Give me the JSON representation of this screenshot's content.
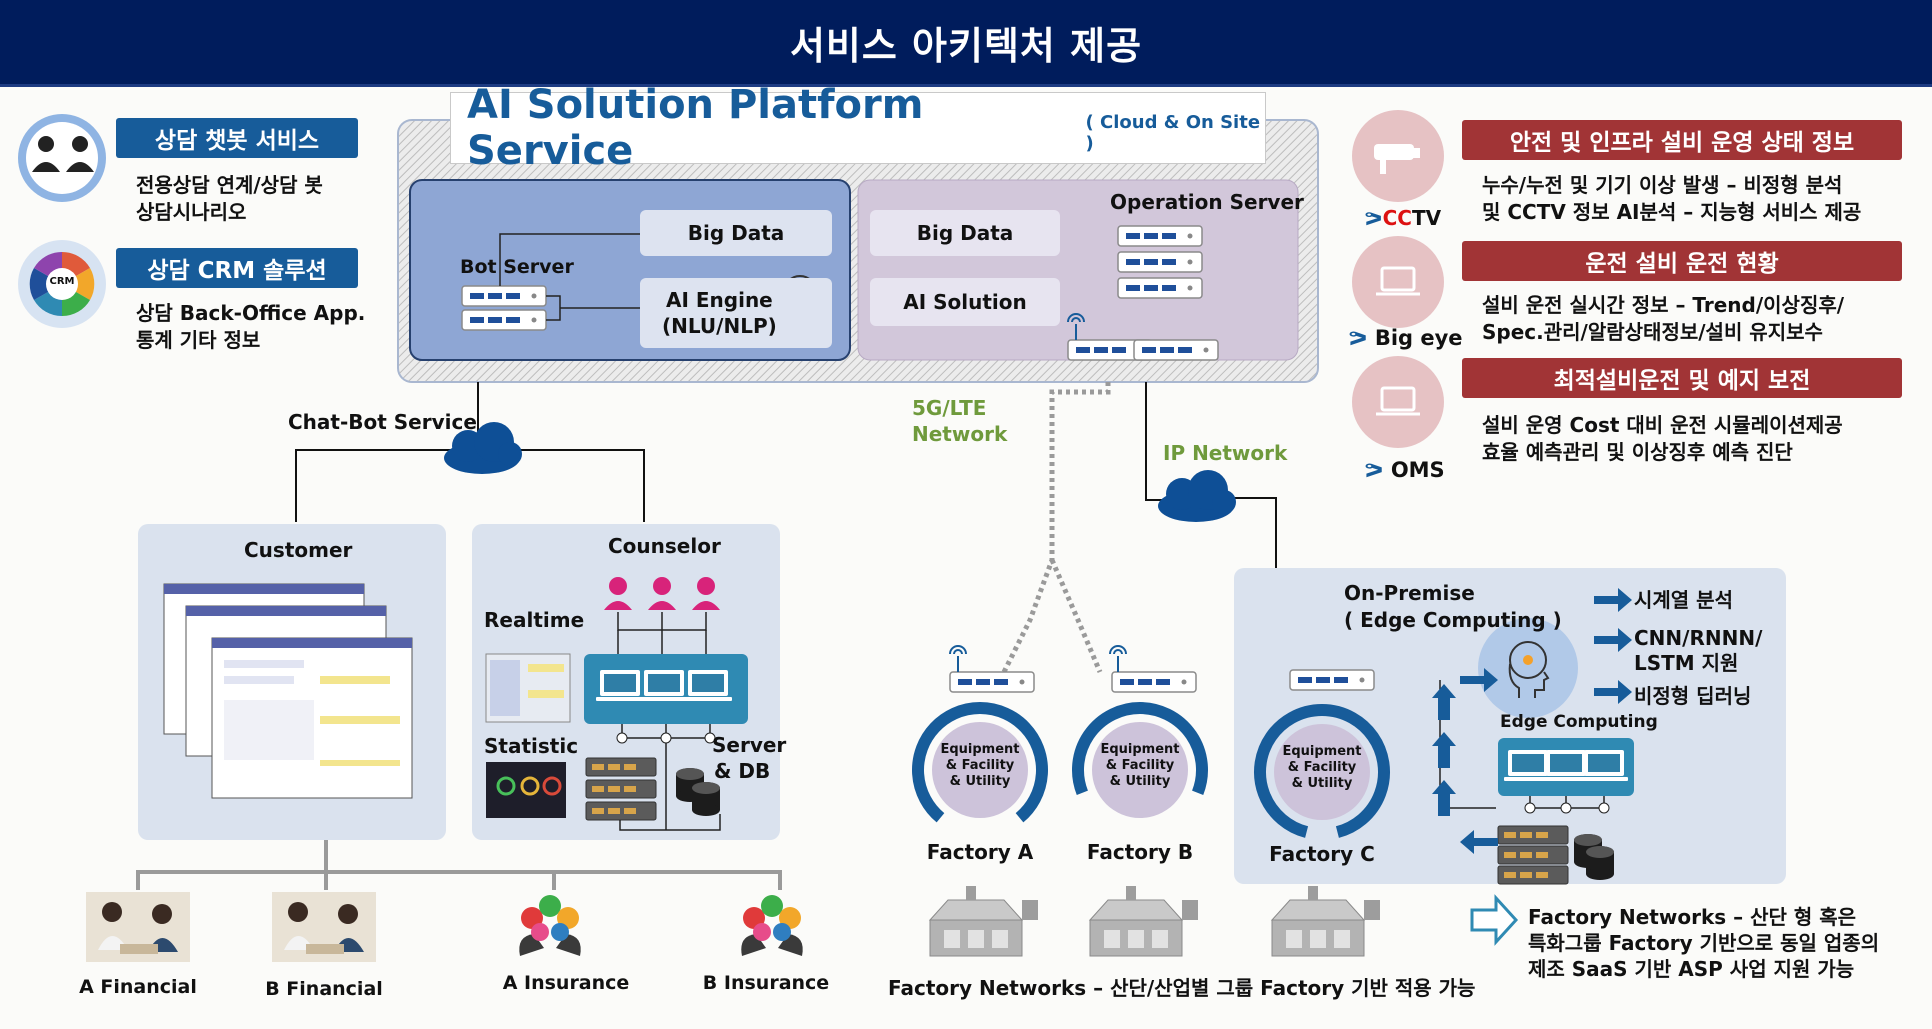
{
  "header": {
    "title": "서비스 아키텍처 제공"
  },
  "platform": {
    "title": "AI Solution Platform Service",
    "subtitle": "( Cloud & On Site )",
    "bot_server": "Bot Server",
    "big_data_left": "Big Data",
    "ai_engine_line1": "AI Engine",
    "ai_engine_line2": "(NLU/NLP)",
    "operation_server": "Operation Server",
    "big_data_right": "Big Data",
    "ai_solution": "AI Solution"
  },
  "left_services": [
    {
      "title": "상담 챗봇 서비스",
      "desc1": "전용상담 연계/상담 봇",
      "desc2": "상담시나리오"
    },
    {
      "title": "상담 CRM 솔루션",
      "desc1": "상담 Back-Office App.",
      "desc2": "통계 기타 정보",
      "icon_text": "CRM"
    }
  ],
  "right_services": [
    {
      "title": "안전 및 인프라 설비 운영 상태 정보",
      "desc1": "누수/누전 및 기기 이상 발생 – 비정형 분석",
      "desc2": "및 CCTV 정보 AI분석 – 지능형 서비스 제공",
      "icon_label_prefix": "CC",
      "icon_label_suffix": "TV"
    },
    {
      "title": "운전 설비 운전 현황",
      "desc1": "설비 운전 실시간 정보 – Trend/이상징후/",
      "desc2": "Spec.관리/알람상태정보/설비 유지보수",
      "icon_label": "Big eye"
    },
    {
      "title": "최적설비운전 및 예지 보전",
      "desc1": "설비 운영 Cost 대비 운전 시뮬레이션제공",
      "desc2": "효율 예측관리 및 이상징후 예측 진단",
      "icon_label": "OMS"
    }
  ],
  "networks": {
    "chatbot": "Chat-Bot Service",
    "g5_line1": "5G/LTE",
    "g5_line2": "Network",
    "ip": "IP Network"
  },
  "customer_panel": {
    "title": "Customer"
  },
  "counselor_panel": {
    "title": "Counselor",
    "realtime": "Realtime",
    "statistic": "Statistic",
    "server_line1": "Server",
    "server_line2": "& DB"
  },
  "factories": [
    {
      "name": "Factory A",
      "ring_line1": "Equipment",
      "ring_line2": "& Facility",
      "ring_line3": "& Utility",
      "ring_fill": 0.78
    },
    {
      "name": "Factory B",
      "ring_line1": "Equipment",
      "ring_line2": "& Facility",
      "ring_line3": "& Utility",
      "ring_fill": 0.62
    },
    {
      "name": "Factory C",
      "ring_line1": "Equipment",
      "ring_line2": "& Facility",
      "ring_line3": "& Utility",
      "ring_fill": 0.92
    }
  ],
  "onpremise": {
    "title_line1": "On-Premise",
    "title_line2": "( Edge Computing )",
    "edge_label": "Edge Computing",
    "features": [
      "시계열 분석",
      "CNN/RNNN/",
      "LSTM 지원",
      "비정형 딥러닝"
    ]
  },
  "customers": [
    "A Financial",
    "B Financial",
    "A Insurance",
    "B Insurance"
  ],
  "footer": {
    "factory_networks": "Factory Networks – 산단/산업별 그룹 Factory 기반 적용 가능",
    "saas_line1": "Factory Networks – 산단 형  혹은",
    "saas_line2": "특화그룹 Factory 기반으로 동일 업종의",
    "saas_line3": "제조 SaaS 기반 ASP 사업 지원 가능"
  },
  "colors": {
    "header": "#001c5c",
    "blue_title": "#175c9a",
    "red_title": "#a13436",
    "network_green": "#6f9a3c",
    "ring_blue": "#175c9a",
    "panel": "#dae2ee"
  }
}
